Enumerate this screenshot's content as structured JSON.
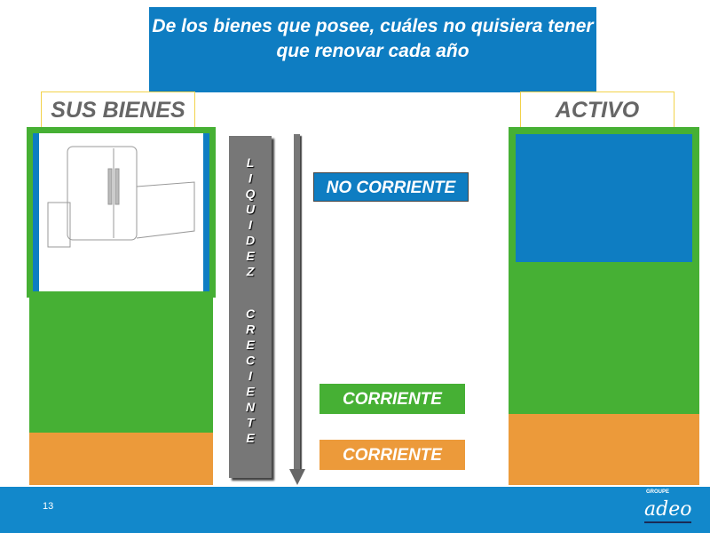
{
  "title": "De los bienes que posee, cuáles no quisiera tener que renovar cada año",
  "left_header": "SUS BIENES",
  "right_header": "ACTIVO",
  "vertical_label_1": "LIQUIDEZ",
  "vertical_label_2": "CRECIENTE",
  "labels": {
    "no_corriente": "NO CORRIENTE",
    "corriente_1": "CORRIENTE",
    "corriente_2": "CORRIENTE"
  },
  "page_number": "13",
  "logo": {
    "small": "GROUPE",
    "main": "adeo"
  },
  "colors": {
    "blue": "#0e7dc2",
    "green": "#46b034",
    "orange": "#ec9a3a"
  }
}
